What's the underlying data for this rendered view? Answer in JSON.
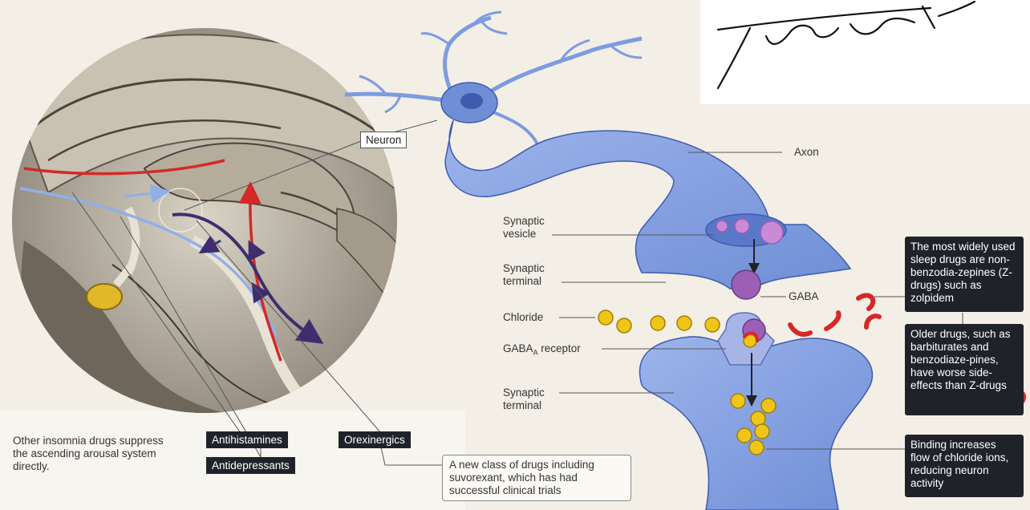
{
  "labels": {
    "neuron": "Neuron",
    "axon": "Axon",
    "synaptic_vesicle": "Synaptic\nvesicle",
    "synaptic_terminal_top": "Synaptic\nterminal",
    "gaba": "GABA",
    "chloride": "Chloride",
    "gaba_receptor": "GABA",
    "gaba_receptor_sub": "A",
    "gaba_receptor_suffix": " receptor",
    "synaptic_terminal_bottom": "Synaptic\nterminal"
  },
  "callouts": {
    "z_drugs": "The most widely used sleep drugs are non-benzodia-zepines (Z-drugs) such as zolpidem",
    "older_drugs": "Older drugs, such as barbiturates and benzodiaze-pines, have worse side-effects than Z-drugs",
    "binding": "Binding increases flow of chloride ions, reducing neuron activity"
  },
  "bottom": {
    "other_drugs": "Other insomnia drugs suppress the ascending arousal system directly.",
    "antihistamines": "Antihistamines",
    "antidepressants": "Antidepressants",
    "orexinergics": "Orexinergics",
    "new_class": "A new class of drugs including suvorexant, which has had successful clinical trials"
  },
  "colors": {
    "neuron_blue": "#7d9be0",
    "neuron_dark": "#3e5bb0",
    "vesicle_purple": "#9b5fb5",
    "chloride_yellow": "#f0c419",
    "drug_red": "#d62828",
    "arrow_purple": "#3f2d6e",
    "arrow_blue": "#8fb0e8",
    "callout_bg": "#1f2329"
  },
  "signature": {
    "type": "handwritten signature",
    "text": "Truck"
  }
}
